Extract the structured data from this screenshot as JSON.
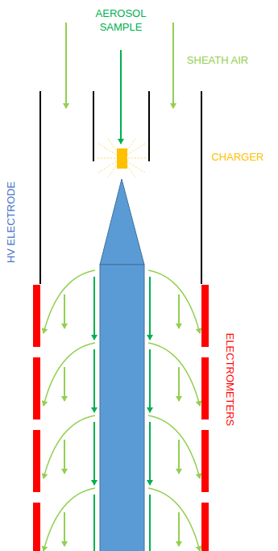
{
  "diagram": {
    "labels": [
      "AEROSOL SAMPLE",
      "SHEATH AIR",
      "CHARGER",
      "HV ELECTRODE",
      "ELECTROMETERS"
    ]
  }
}
